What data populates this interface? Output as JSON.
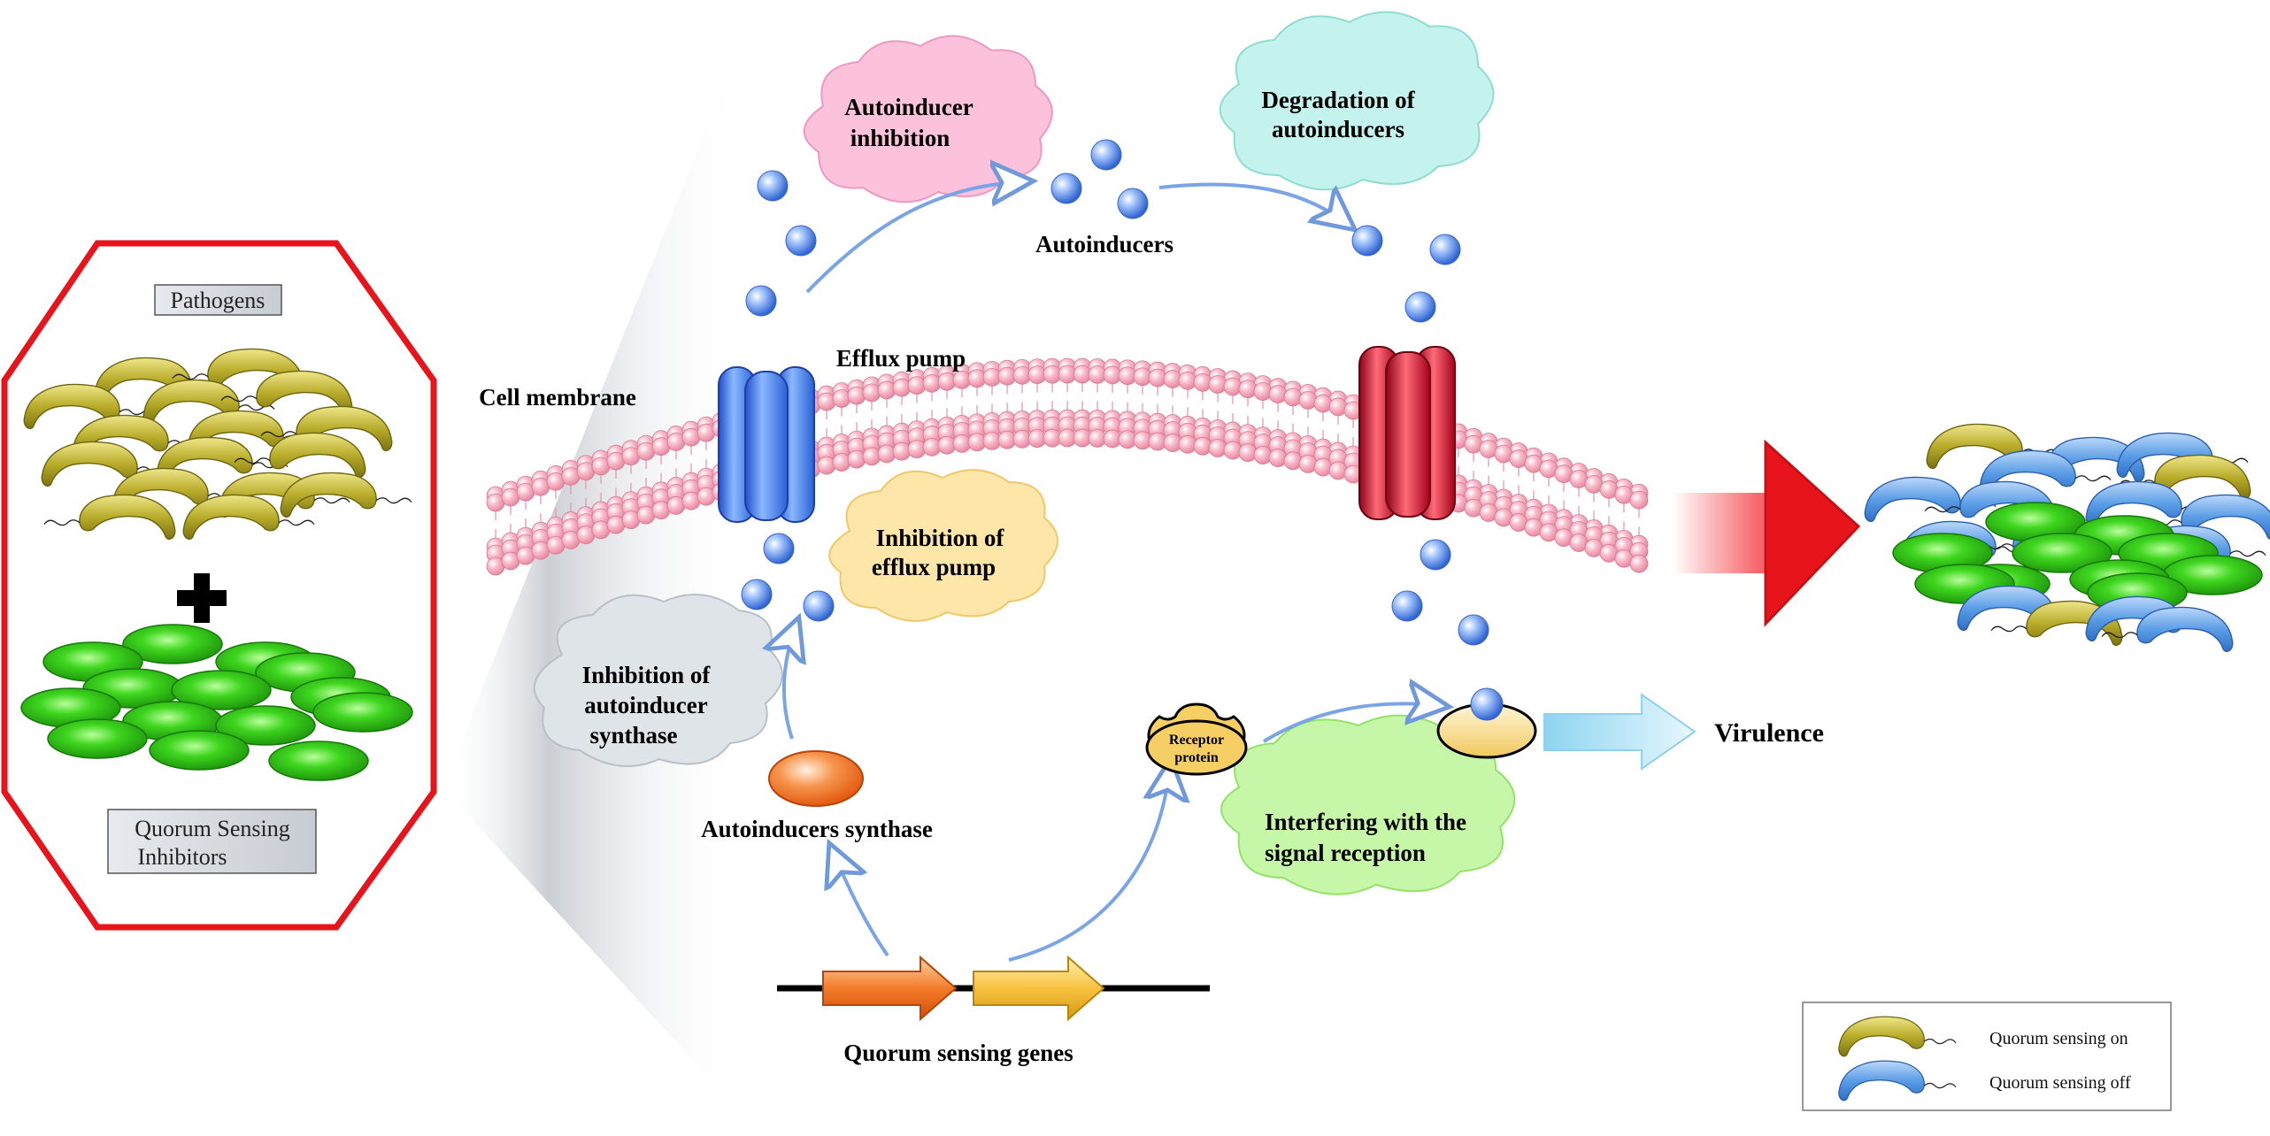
{
  "labels": {
    "pathogens": "Pathogens",
    "qsi_line1": "Quorum Sensing",
    "qsi_line2": "Inhibitors",
    "cell_membrane": "Cell membrane",
    "efflux_pump": "Efflux pump",
    "autoinducer_inhibition_1": "Autoinducer",
    "autoinducer_inhibition_2": "inhibition",
    "degradation_1": "Degradation of",
    "degradation_2": "autoinducers",
    "autoinducers": "Autoinducers",
    "inhibition_efflux_1": "Inhibition of",
    "inhibition_efflux_2": "efflux pump",
    "inhibition_synthase_1": "Inhibition of",
    "inhibition_synthase_2": "autoinducer",
    "inhibition_synthase_3": "synthase",
    "autoinducers_synthase": "Autoinducers synthase",
    "receptor_1": "Receptor",
    "receptor_2": "protein",
    "interfering_1": "Interfering with the",
    "interfering_2": "signal reception",
    "virulence": "Virulence",
    "qs_genes": "Quorum sensing genes",
    "legend_on": "Quorum sensing on",
    "legend_off": "Quorum sensing off"
  },
  "colors": {
    "octagon_border": "#e8141b",
    "qs_on_bacteria": "#b8ac2a",
    "qs_off_bacteria": "#5b9de6",
    "green_cells": "#33c41a",
    "membrane_pink": "#f4a8bc",
    "efflux_pump_blue": "#3a74e0",
    "pump_red": "#c01228",
    "autoinducer_ball": "#5a8fe8",
    "cloud_pink": "#fcc2dc",
    "cloud_cyan": "#c4f2ec",
    "cloud_yellow": "#fde6a8",
    "cloud_grey": "#dfe4e9",
    "cloud_green": "#c6f7a8",
    "big_arrow_red": "#e8141b",
    "virulence_arrow": "#a8dff4"
  },
  "icons": {
    "plus": "plus-icon",
    "autoinducer": "sphere-icon",
    "synthase": "enzyme-icon",
    "gene_arrow": "gene-arrow-icon"
  }
}
